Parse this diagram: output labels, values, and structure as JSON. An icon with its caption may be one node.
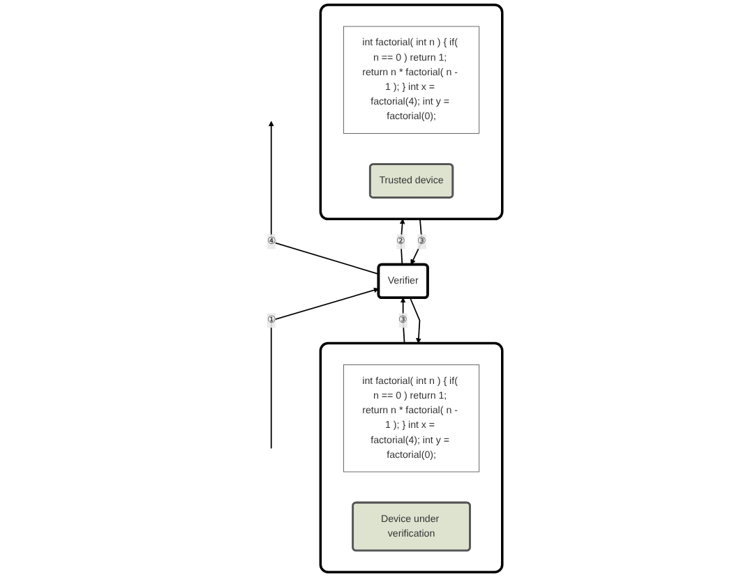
{
  "diagram": {
    "nodes": [
      {
        "text": [],
        "shape": "box"
      },
      {
        "text": [
          "int factorial( int n ) { if( n == 0 ) return 1; return n * factorial( n - 1 ); } int x = factorial(4); int y = factorial(0);"
        ],
        "in": 0
      },
      {
        "text": [
          "Trusted device"
        ],
        "in": 0
      },
      {
        "text": [],
        "shape": "box"
      },
      {
        "text": [
          "int factorial( int n ) { if( n == 0 ) return 1; return n * factorial( n - 1 ); } int x = factorial(4); int y = factorial(0);"
        ],
        "in": 3
      },
      {
        "text": [
          "Device under verification"
        ],
        "in": 3
      },
      {
        "text": [
          "Verifier"
        ]
      }
    ],
    "edges": [
      {
        "from": 6,
        "to": 0,
        "arrow": "to",
        "label": "②"
      },
      {
        "from": 6,
        "to": 3,
        "arrow": "to"
      },
      {
        "from": 0,
        "to": 6,
        "arrow": "to",
        "label": "③"
      },
      {
        "from": 3,
        "to": 6,
        "arrow": "to",
        "label": "③"
      },
      {
        "from": null,
        "to": 6,
        "arrow": "to",
        "label": "①"
      },
      {
        "from": 6,
        "to": null,
        "arrow": "to",
        "label": "④"
      }
    ]
  }
}
